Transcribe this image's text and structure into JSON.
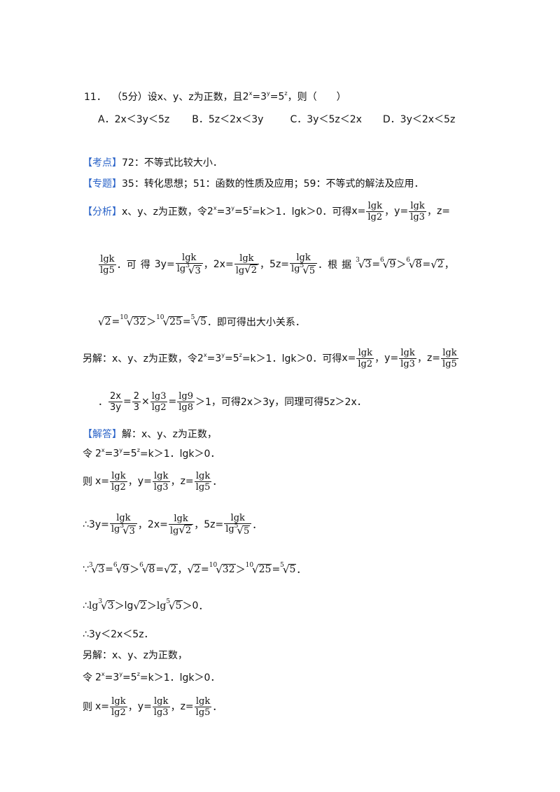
{
  "question": {
    "number": "11．",
    "score": "（5分）",
    "stem_a": "设x、y、z为正数，且",
    "stem_b": "，则（　　）",
    "options": [
      {
        "label": "A．",
        "text": "2x＜3y＜5z"
      },
      {
        "label": "B．",
        "text": "5z＜2x＜3y"
      },
      {
        "label": "C．",
        "text": "3y＜5z＜2x"
      },
      {
        "label": "D．",
        "text": "3y＜2x＜5z"
      }
    ]
  },
  "kaodian": {
    "tag": "【考点】",
    "text": "72：不等式比较大小．"
  },
  "zhuanti": {
    "tag": "【专题】",
    "text": "35：转化思想；51：函数的性质及应用；59：不等式的解法及应用．"
  },
  "fenxi": {
    "tag": "【分析】",
    "t1": "x、y、z为正数，令",
    "t2": "=k＞1．lgk＞0．可得",
    "t3": "可得",
    "t4": "根据",
    "t5": "即可得出大小关系．"
  },
  "lingjie1": {
    "t1": "另解：x、y、z为正数，令",
    "t2": "=k＞1．lgk＞0．可得",
    "t3": "＞1，可得2x＞3y，同理可得5z＞2x．"
  },
  "jieda": {
    "tag": "【解答】",
    "l1": "解：x、y、z为正数，",
    "l2": "令",
    "l2b": "=k＞1．lgk＞0．",
    "l3": "则",
    "l7": "∴3y＜2x＜5z．",
    "l8": "另解：x、y、z为正数，",
    "l9": "令",
    "l9b": "=k＞1．lgk＞0．",
    "l10": "则"
  },
  "sym": {
    "x": "x",
    "y": "y",
    "z": "z",
    "two": "2",
    "three": "3",
    "five": "5",
    "eq": "=",
    "comma": "，",
    "period": "．",
    "gt": "＞",
    "times": "×",
    "lgk": "lgk",
    "lg2": "lg2",
    "lg3": "lg3",
    "lg5": "lg5",
    "lg": "lg",
    "lg_sans": "lg",
    "lg9": "lg9",
    "lg8": "lg8",
    "therefore": "∴",
    "because": "∵",
    "zero": "0",
    "xeq": "x=",
    "yeq": "y=",
    "zeq": "z=",
    "3yeq": "3y=",
    "2xeq": "2x=",
    "5zeq": "5z=",
    "2x": "2x",
    "3y": "3y",
    "r3": "3",
    "r6": "6",
    "r10": "10",
    "r9": "9",
    "r8": "8",
    "r32": "32",
    "r25": "25",
    "r5": "5",
    "r2": "2",
    "radical": "√"
  }
}
